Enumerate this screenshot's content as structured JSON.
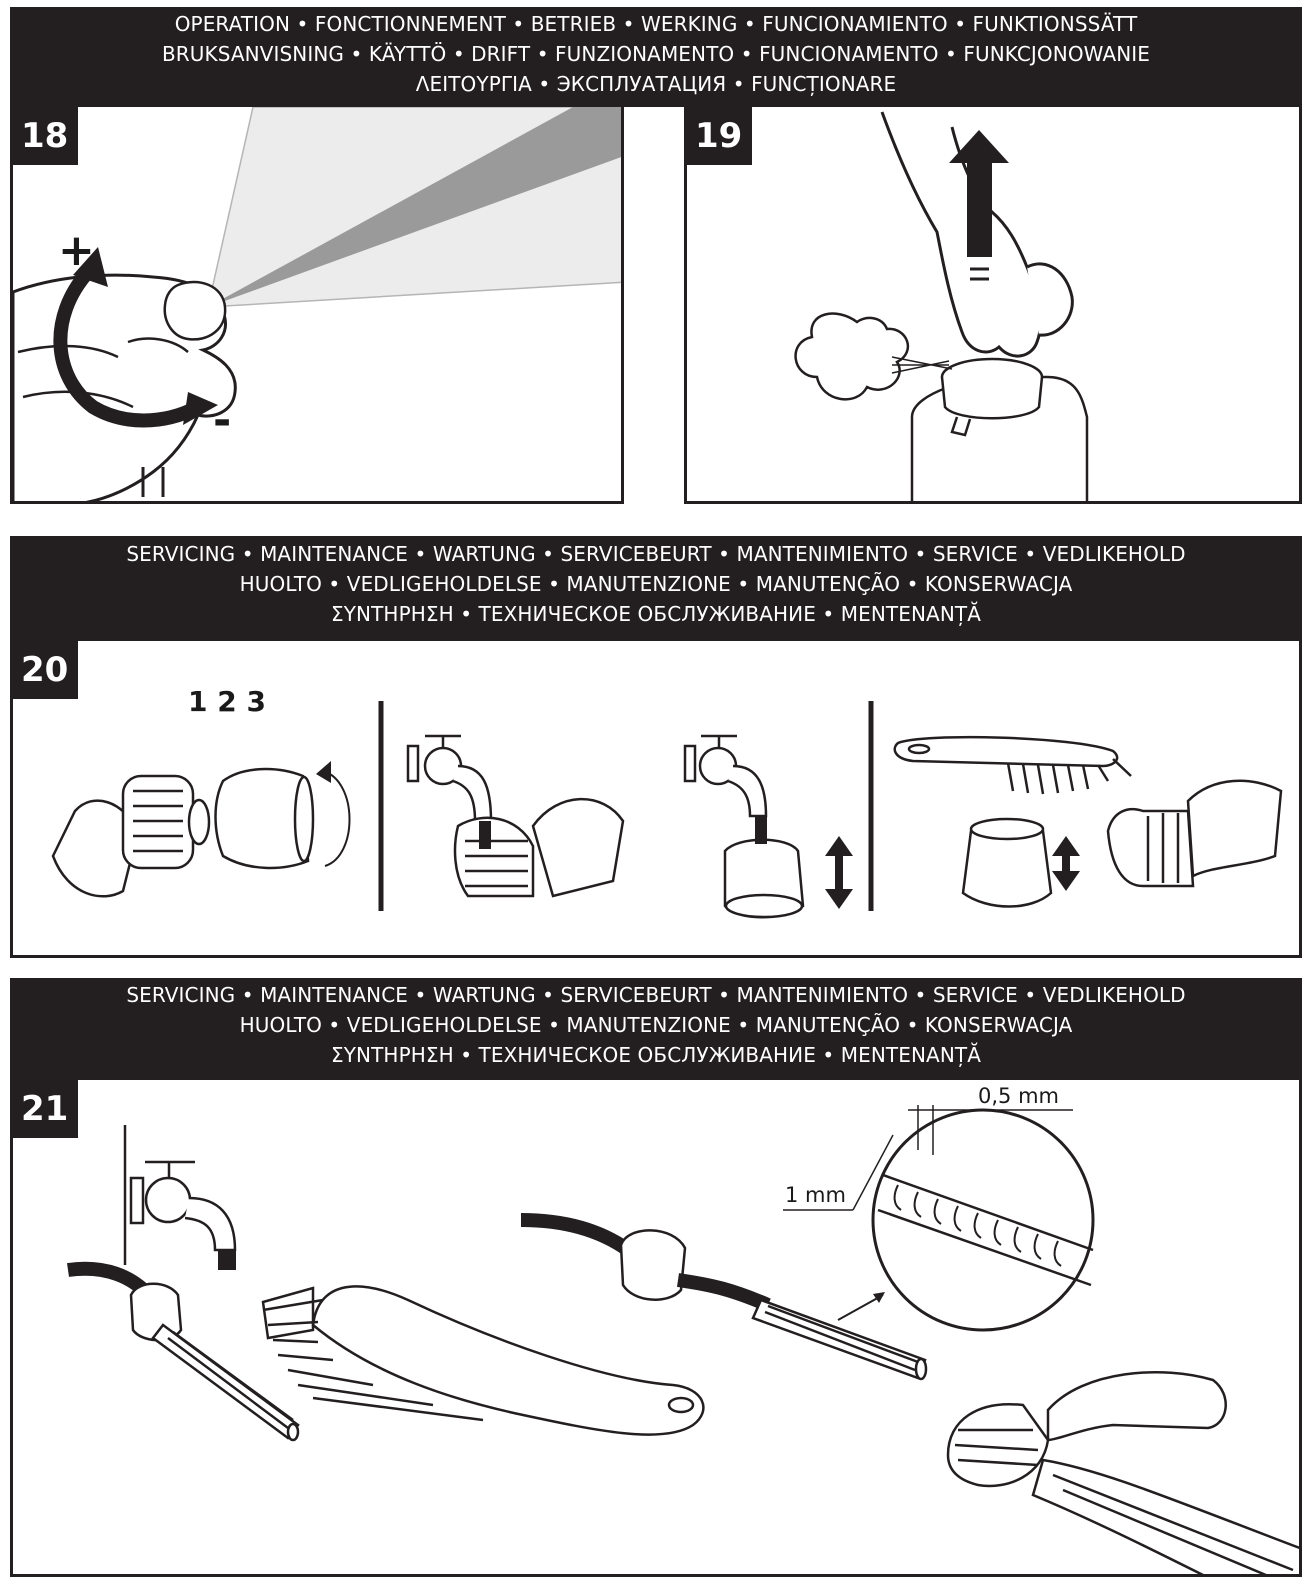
{
  "headers": {
    "operation": {
      "lines": [
        "OPERATION • FONCTIONNEMENT • BETRIEB • WERKING • FUNCIONAMIENTO • FUNKTIONSSÄTT",
        "BRUKSANVISNING • KÄYTTÖ • DRIFT • FUNZIONAMENTO • FUNCIONAMENTO • FUNKCJONOWANIE",
        "ΛΕΙΤΟΥΡΓΙΑ • ЭКСПЛУАТАЦИЯ • FUNCȚIONARE"
      ]
    },
    "servicing": {
      "lines": [
        "SERVICING • MAINTENANCE • WARTUNG • SERVICEBEURT • MANTENIMIENTO • SERVICE • VEDLIKEHOLD",
        "HUOLTO • VEDLIGEHOLDELSE • MANUTENZIONE • MANUTENÇÃO • KONSERWACJA",
        "ΣΥΝΤΗΡΗΣΗ • ТЕХНИЧЕСКОЕ ОБСЛУЖИВАНИЕ • MENTENANȚĂ"
      ]
    }
  },
  "steps": {
    "s18": {
      "number": "18",
      "plus": "+",
      "minus": "-"
    },
    "s19": {
      "number": "19"
    },
    "s20": {
      "number": "20",
      "sequence": "1 2 3"
    },
    "s21": {
      "number": "21",
      "dim_small": "0,5 mm",
      "dim_large": "1 mm"
    }
  },
  "colors": {
    "band": "#231f20",
    "line": "#231f20",
    "spray": "#9a9a9a"
  }
}
